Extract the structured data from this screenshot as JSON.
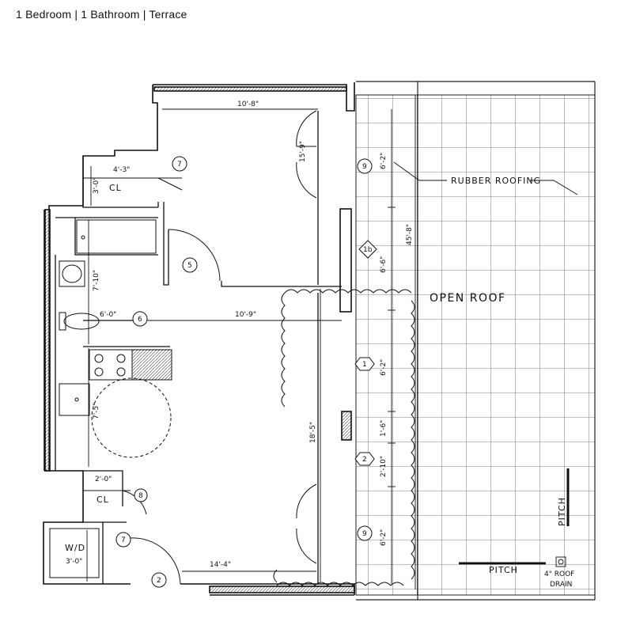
{
  "header": {
    "title": "1 Bedroom | 1 Bathroom | Terrace"
  },
  "dimensions": {
    "bedroom_width": "10'-8\"",
    "bedroom_depth": "15'-9\"",
    "closet_top_width": "4'-3\"",
    "closet_top_depth": "3'-0\"",
    "bath_depth": "7'-10\"",
    "bath_width": "6'-0\"",
    "living_width": "10'-9\"",
    "kitchen_depth": "7'-5\"",
    "living_depth": "18'-5\"",
    "closet_bottom_width": "2'-0\"",
    "wd_depth": "3'-0\"",
    "bottom_width": "14'-4\"",
    "window_top": "6'-2\"",
    "window_1b": "6'-6\"",
    "window_1": "6'-2\"",
    "window_1_6": "1'-6\"",
    "window_2": "2'-10\"",
    "window_bottom": "6'-2\"",
    "terrace_depth": "45'-8\""
  },
  "labels": {
    "closet": "CL",
    "closet2": "CL",
    "washer_dryer": "W/D",
    "open_roof": "OPEN ROOF",
    "rubber_roofing": "RUBBER ROOFING",
    "pitch_h": "PITCH",
    "pitch_v": "PITCH",
    "roof_drain_1": "4\" ROOF",
    "roof_drain_2": "DRAIN"
  },
  "tags": {
    "t7a": "7",
    "t5": "5",
    "t6": "6",
    "t8": "8",
    "t7b": "7",
    "t2": "2",
    "t9a": "9",
    "t1b": "1b",
    "t1": "1",
    "t2w": "2",
    "t9b": "9"
  }
}
